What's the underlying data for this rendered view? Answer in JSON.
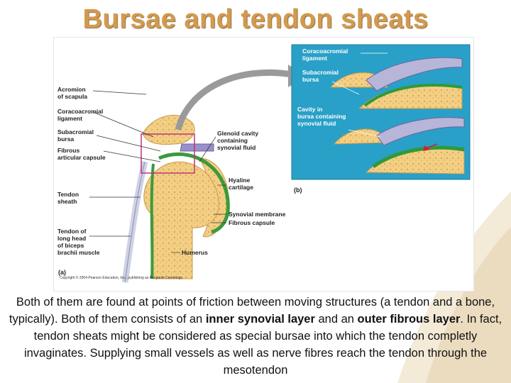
{
  "slide": {
    "title": "Bursae and tendon sheats",
    "paragraph": {
      "t1": "Both of them are found at points of friction between moving structures (a tendon and a bone, typically). Both of them consists of an ",
      "b1": "inner synovial layer",
      "t2": " and an ",
      "b2": "outer fibrous layer",
      "t3": ". In fact, tendon sheats might be considered as special bursae into which the tendon completly invaginates. Supplying small vessels as well as nerve fibres reach the tendon through the mesotendon"
    }
  },
  "figure": {
    "panel_a": {
      "letter": "(a)",
      "labels": {
        "acromion": [
          "Acromion",
          "of scapula"
        ],
        "coracoacromial": [
          "Coracoacromial",
          "ligament"
        ],
        "subacromial": [
          "Subacromial",
          "bursa"
        ],
        "fibrous_capsule": [
          "Fibrous",
          "articular capsule"
        ],
        "tendon_sheath": [
          "Tendon",
          "sheath"
        ],
        "biceps_tendon": [
          "Tendon of",
          "long head",
          "of biceps",
          "brachii muscle"
        ],
        "glenoid": [
          "Glenoid cavity",
          "containing",
          "synovial fluid"
        ],
        "hyaline": [
          "Hyaline",
          "cartilage"
        ],
        "synovial_membrane": "Synovial membrane",
        "fibrous_capsule_r": "Fibrous capsule",
        "humerus": "Humerus"
      },
      "copyright": "Copyright © 2004 Pearson Education, Inc., publishing as Benjamin Cummings."
    },
    "panel_b": {
      "letter": "(b)",
      "labels": {
        "coracoacromial": [
          "Coracoacromial",
          "ligament"
        ],
        "subacromial": [
          "Subacromial",
          "bursa"
        ],
        "cavity": [
          "Cavity in",
          "bursa containing",
          "synovial fluid"
        ]
      }
    }
  }
}
